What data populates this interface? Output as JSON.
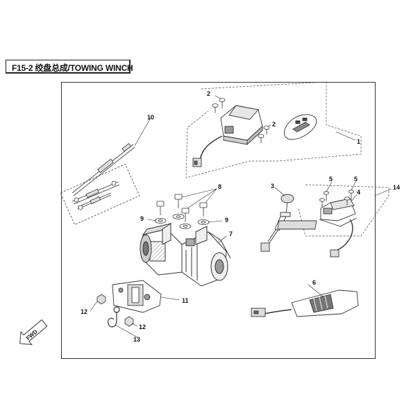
{
  "title": "F15-2 绞盘总成/TOWING WINCH",
  "fwd_label": "FWD",
  "callouts": [
    "1",
    "2",
    "2",
    "3",
    "4",
    "5",
    "5",
    "6",
    "7",
    "8",
    "9",
    "9",
    "10",
    "11",
    "12",
    "12",
    "13",
    "14"
  ],
  "colors": {
    "line": "#333333",
    "fill": "#ffffff",
    "shade": "#cfcfcf",
    "dark": "#555555"
  }
}
